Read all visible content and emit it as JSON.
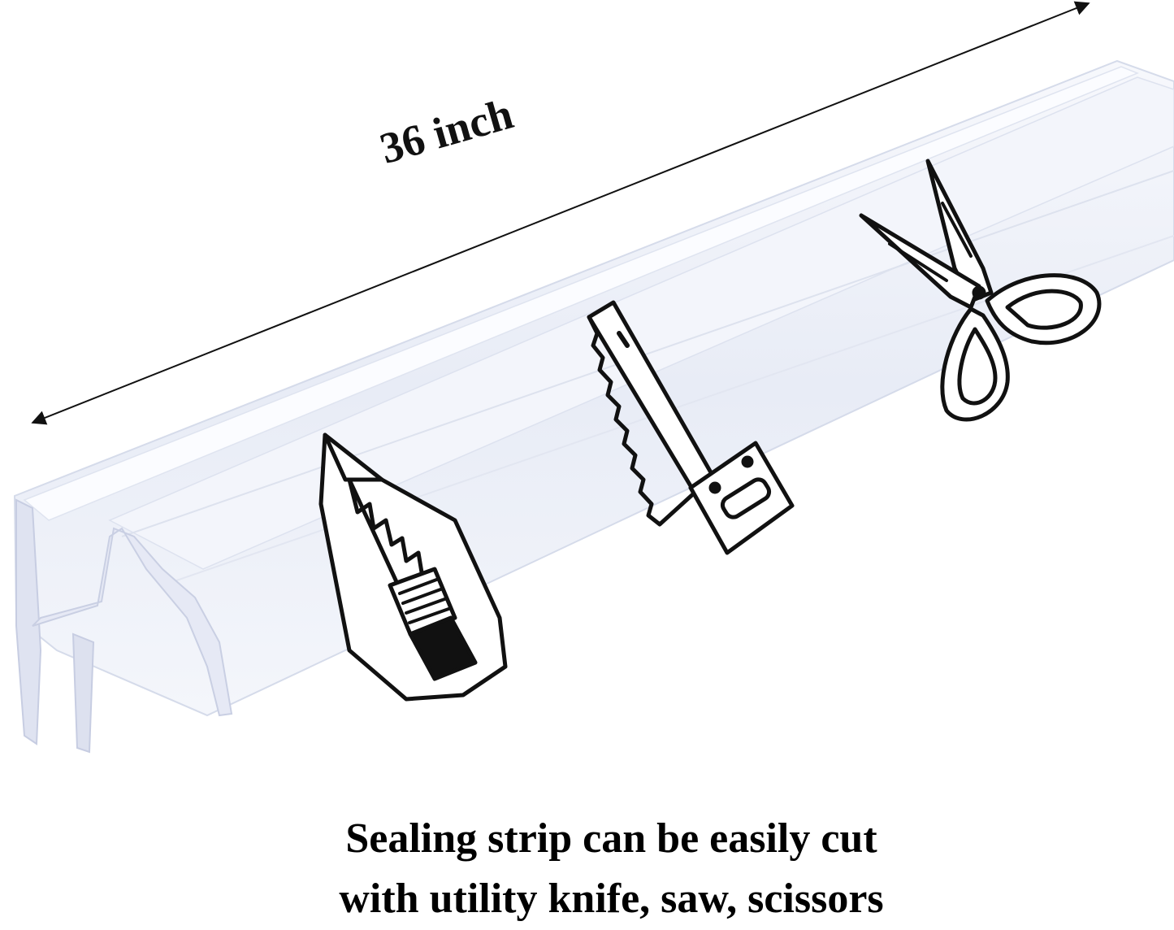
{
  "dimension": {
    "label": "36 inch"
  },
  "caption": {
    "line1": "Sealing strip can be easily cut",
    "line2": "with utility knife, saw, scissors"
  },
  "product": {
    "name_icon": "clear-sealing-strip",
    "color": "#e9edf7"
  },
  "tools": [
    {
      "icon": "utility-knife-icon"
    },
    {
      "icon": "saw-icon"
    },
    {
      "icon": "scissors-icon"
    }
  ]
}
